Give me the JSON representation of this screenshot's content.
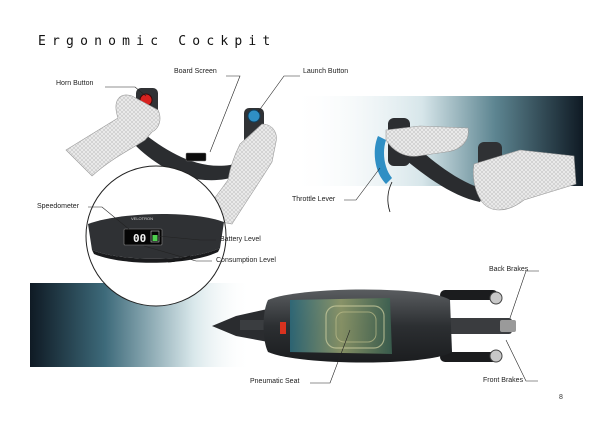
{
  "page": {
    "title": "Ergonomic  Cockpit",
    "page_number": "8"
  },
  "labels": {
    "horn_button": "Horn Button",
    "board_screen": "Board Screen",
    "launch_button": "Launch Button",
    "speedometer": "Speedometer",
    "battery_level": "Battery Level",
    "consumption_level": "Consumption Level",
    "throttle_lever": "Throttle Lever",
    "back_brakes": "Back Brakes",
    "front_brakes": "Front Brakes",
    "pneumatic_seat": "Pneumatic Seat"
  },
  "display": {
    "speed_readout": "00",
    "brand_text": "VELOTRON"
  },
  "colors": {
    "horn_button": "#d8221f",
    "launch_button": "#2f8fc4",
    "throttle_lever": "#2f8fc4",
    "band_dark": "#0f1a24",
    "band_mid": "#3d6a7a"
  }
}
